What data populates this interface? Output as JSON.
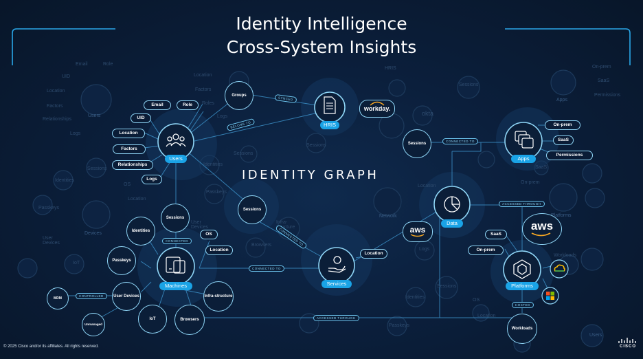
{
  "title": {
    "line1": "Identity Intelligence",
    "line2": "Cross-System Insights"
  },
  "graph_label": "IDENTITY GRAPH",
  "main_nodes": {
    "users": "Users",
    "hris": "HRIS",
    "machines": "Machines",
    "services": "Services",
    "data": "Data",
    "apps": "Apps",
    "platforms": "Platforms"
  },
  "small_nodes": {
    "groups": "Groups",
    "sessions_a": "Sessions",
    "sessions_b": "Sessions",
    "sessions_c": "Sessions",
    "identities": "Identities",
    "passkeys": "Passkeys",
    "user_devices": "User Devices",
    "iot": "IoT",
    "browsers": "Browsers",
    "infrastructure": "Infra-structure",
    "workloads": "Workloads",
    "mdm": "MDM",
    "unmanaged": "Unmanaged"
  },
  "pills": {
    "email": "Email",
    "role": "Role",
    "uid": "UID",
    "location_user": "Location",
    "factors": "Factors",
    "relationships": "Relationships",
    "logs": "Logs",
    "os": "OS",
    "location_machine": "Location",
    "location_service": "Location",
    "onprem_apps": "On-prem",
    "saas_apps": "SaaS",
    "permissions": "Permissions",
    "saas_platform": "SaaS",
    "onprem_platform": "On-prem"
  },
  "edge_tags": {
    "synced": "SYNCED",
    "belong_to": "BELONG TO",
    "connected_to_sessions": "CONNECTED TO",
    "connected": "CONNECTED",
    "connected_to_services": "CONNECTED TO",
    "connected_to_machines": "CONNECTED TO",
    "accessed_through": "ACCESSED THROUGH",
    "accessed_through_platform": "ACCESSED THROUGH",
    "hosted": "HOSTED",
    "controlled": "CONTROLLED"
  },
  "brands": {
    "workday": "workday.",
    "aws_data": "aws",
    "aws_platform": "aws"
  },
  "ghost_labels": {
    "email": "Email",
    "role": "Role",
    "uid": "UID",
    "location1": "Location",
    "factors": "Factors",
    "relationships": "Relationships",
    "logs": "Logs",
    "users": "Users",
    "location2": "Location",
    "factors2": "Factors",
    "roles": "Roles",
    "identities": "Identities",
    "sessions1": "Sessions",
    "os": "OS",
    "location3": "Location",
    "passkeys": "Passkeys",
    "devices": "Devices",
    "user_devices": "User Devices",
    "iot": "IoT",
    "passkeys2": "Passkeys",
    "identities2": "Identities",
    "os2": "OS",
    "location4": "Location",
    "sessions2": "Sessions",
    "sessions3": "Sessions",
    "network": "Network",
    "location5": "Location",
    "logs2": "Logs",
    "okta": "okta",
    "hris": "HRIS",
    "onprem": "On-prem",
    "saas": "SaaS",
    "permissions": "Permissions",
    "apps": "Apps",
    "saas2": "SaaS",
    "onprem2": "On-prem",
    "platforms": "Platforms",
    "workloads": "Workloads",
    "sessions4": "Sessions",
    "identities3": "Identities",
    "location6": "Location",
    "passkeys3": "Passkeys",
    "browsers": "Browsers",
    "infra": "Infra-structure",
    "user_devices2": "User Devices",
    "os3": "OS",
    "logs3": "Logs",
    "sessions5": "Sessions",
    "identities4": "Identities",
    "location7": "Location",
    "saas3": "SaaS",
    "sessions6": "Sessions",
    "users2": "Users"
  },
  "copyright": "© 2025 Cisco and/or its affiliates. All rights reserved.",
  "logo": "CISCO",
  "colors": {
    "background": "#0b1f3c",
    "accent": "#1aa3e6",
    "outline": "#8fd6f7",
    "text": "#ffffff"
  }
}
